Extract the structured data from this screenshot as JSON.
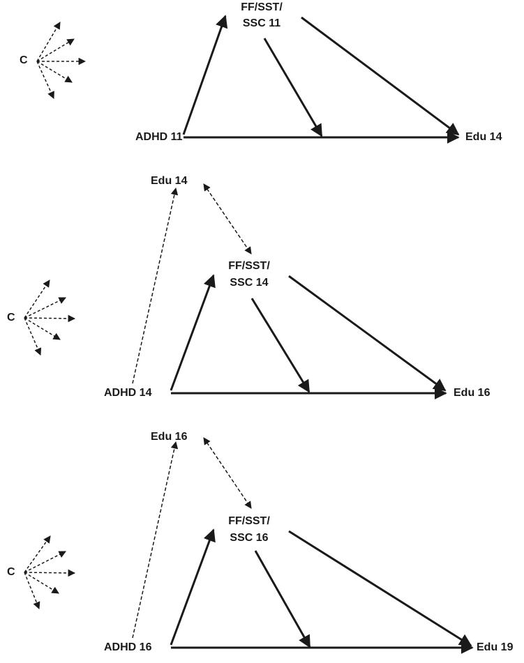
{
  "panels": [
    {
      "covariate": "C",
      "predictor": "ADHD 11",
      "mediator_line1": "FF/SST/",
      "mediator_line2": "SSC 11",
      "outcome": "Edu 14",
      "prior": ""
    },
    {
      "covariate": "C",
      "predictor": "ADHD 14",
      "mediator_line1": "FF/SST/",
      "mediator_line2": "SSC 14",
      "outcome": "Edu 16",
      "prior": "Edu 14"
    },
    {
      "covariate": "C",
      "predictor": "ADHD 16",
      "mediator_line1": "FF/SST/",
      "mediator_line2": "SSC 16",
      "outcome": "Edu 19",
      "prior": "Edu 16"
    }
  ],
  "colors": {
    "ink": "#1a1a1a"
  }
}
